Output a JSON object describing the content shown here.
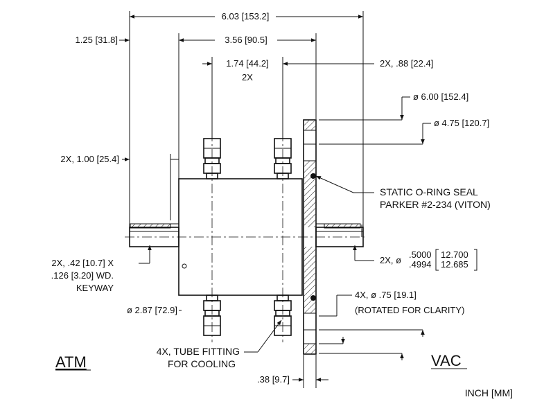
{
  "dimensions": {
    "overall_length": "6.03 [153.2]",
    "shaft_atm_length": "1.25 [31.8]",
    "body_length": "3.56 [90.5]",
    "fitting_spacing": "1.74 [44.2]",
    "fitting_spacing_qty": "2X",
    "fitting_to_flange": "2X, .88 [22.4]",
    "flange_od": "ø 6.00 [152.4]",
    "bolt_circle": "ø 4.75 [120.7]",
    "shoulder": "2X, 1.00 [25.4]",
    "keyway_line1": "2X, .42 [10.7] X",
    "keyway_line2": ".126 [3.20] WD.",
    "keyway_line3": "KEYWAY",
    "shaft_dia_prefix": "2X, ø",
    "shaft_dia_max": ".5000",
    "shaft_dia_min": ".4994",
    "shaft_dia_max_mm": "12.700",
    "shaft_dia_min_mm": "12.685",
    "body_dia": "ø 2.87 [72.9]",
    "holes": "4X, ø .75 [19.1]",
    "holes_note": "(ROTATED FOR CLARITY)",
    "flange_thickness": ".38 [9.7]"
  },
  "callouts": {
    "oring_line1": "STATIC O-RING SEAL",
    "oring_line2": "PARKER #2-234 (VITON)",
    "fitting_line1": "4X, TUBE FITTING",
    "fitting_line2": "FOR COOLING"
  },
  "labels": {
    "atm": "ATM",
    "vac": "VAC",
    "units": "INCH [MM]"
  }
}
